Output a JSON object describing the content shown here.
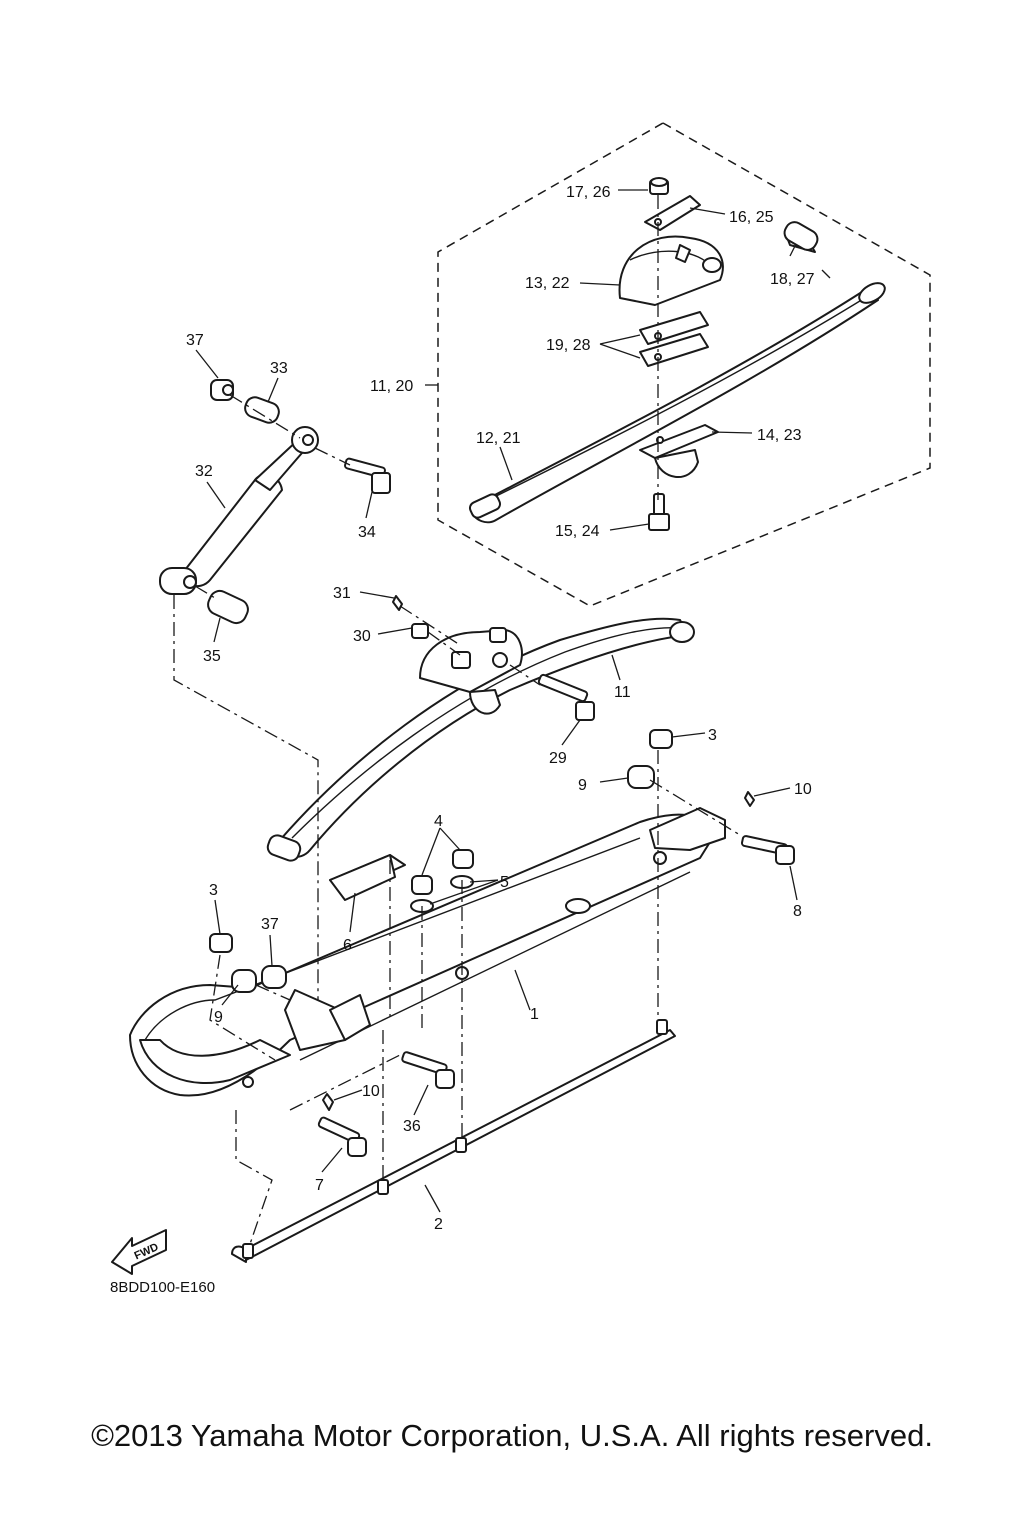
{
  "diagram": {
    "code": "8BDD100-E160",
    "fwd_label": "FWD",
    "copyright": "©2013 Yamaha Motor Corporation, U.S.A. All rights reserved.",
    "callouts": {
      "c1": "1",
      "c2": "2",
      "c3a": "3",
      "c3b": "3",
      "c4": "4",
      "c5": "5",
      "c6": "6",
      "c7": "7",
      "c8": "8",
      "c9a": "9",
      "c9b": "9",
      "c10a": "10",
      "c10b": "10",
      "c11": "11",
      "c11_20": "11, 20",
      "c12_21": "12, 21",
      "c13_22": "13, 22",
      "c14_23": "14, 23",
      "c15_24": "15, 24",
      "c16_25": "16, 25",
      "c17_26": "17, 26",
      "c18_27": "18, 27",
      "c19_28": "19, 28",
      "c29": "29",
      "c30": "30",
      "c31": "31",
      "c32": "32",
      "c33": "33",
      "c34": "34",
      "c35": "35",
      "c36": "36",
      "c37a": "37",
      "c37b": "37"
    }
  }
}
